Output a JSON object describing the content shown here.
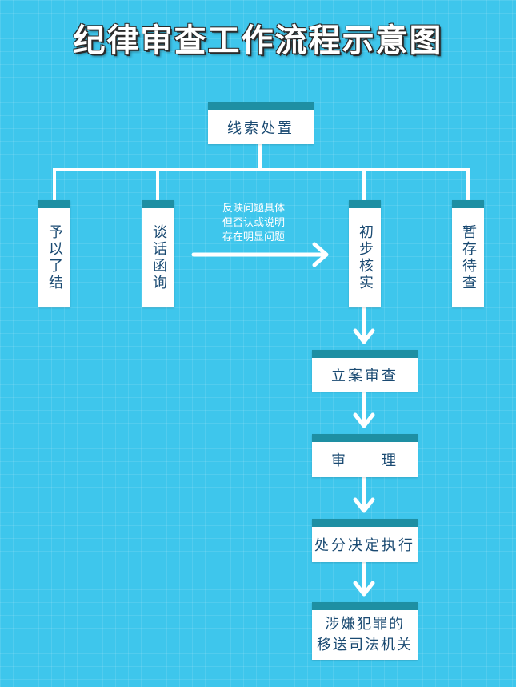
{
  "title": "纪律审查工作流程示意图",
  "nodes": {
    "clue": "线索处置",
    "conclude": "予以了结",
    "talk": "谈话函询",
    "verify": "初步核实",
    "hold": "暂存待查",
    "case": "立案审查",
    "trial": "审　　理",
    "decision": "处分决定执行",
    "transfer": "涉嫌犯罪的\n移送司法机关"
  },
  "annotation": "反映问题具体\n但否认或说明\n存在明显问题",
  "colors": {
    "background": "#3ec6ec",
    "box_header": "#1e8fa3",
    "box_text": "#1a4a72",
    "connector": "#ffffff"
  }
}
